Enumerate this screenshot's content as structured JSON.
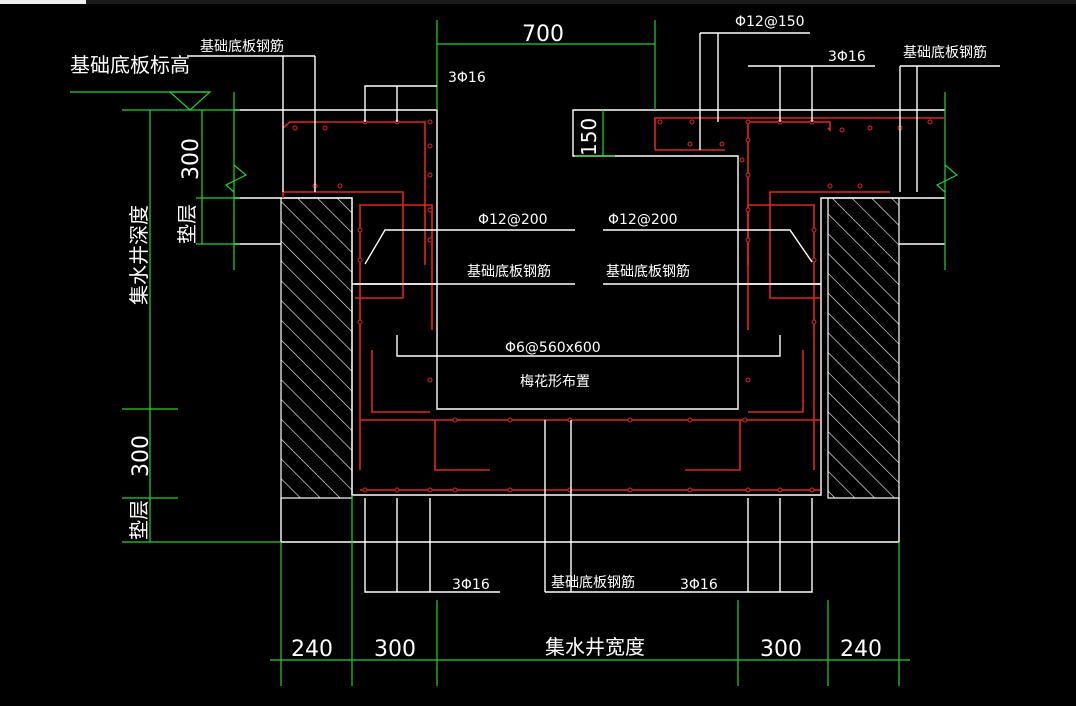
{
  "colors": {
    "background": "#000000",
    "outline": "#ffffff",
    "rebar": "#e0261f",
    "dimension": "#22d32f",
    "hatch": "#ffffff"
  },
  "labels": {
    "slab_elevation": "基础底板标高",
    "slab_rebar_top_left": "基础底板钢筋",
    "slab_rebar_top_right": "基础底板钢筋",
    "bar_3phi16_top_left": "3Φ16",
    "bar_3phi16_top_right": "3Φ16",
    "bar_phi12_150": "Φ12@150",
    "bar_phi12_200_left": "Φ12@200",
    "bar_phi12_200_right": "Φ12@200",
    "slab_rebar_mid_left": "基础底板钢筋",
    "slab_rebar_mid_right": "基础底板钢筋",
    "tie_bar": "Φ6@560x600",
    "tie_layout": "梅花形布置",
    "bar_3phi16_bottom_left": "3Φ16",
    "slab_rebar_bottom": "基础底板钢筋",
    "bar_3phi16_bottom_right": "3Φ16"
  },
  "dimensions": {
    "top_width": "700",
    "step_height": "150",
    "slab_thickness_top": "300",
    "cushion_top": "垫层",
    "pit_depth": "集水井深度",
    "slab_thickness_bottom": "300",
    "cushion_bottom": "垫层",
    "bottom_240_left": "240",
    "bottom_300_left": "300",
    "pit_width": "集水井宽度",
    "bottom_300_right": "300",
    "bottom_240_right": "240"
  }
}
